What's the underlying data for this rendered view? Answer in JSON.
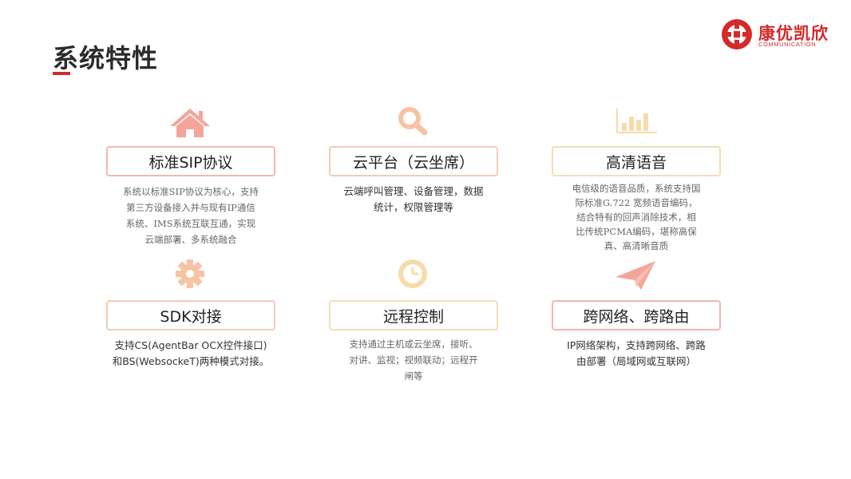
{
  "page": {
    "title": "系统特性",
    "accent_color": "#d42a2a"
  },
  "logo": {
    "name": "康优凯欣",
    "sub": "COMMUNICATION",
    "color": "#d42a2a"
  },
  "features": [
    {
      "icon": "home-icon",
      "icon_color": "#f4a59a",
      "label": "标准SIP协议",
      "border_color": "#f4b6ae",
      "desc_lines": [
        "系统以标准SIP协议为核心，支持",
        "第三方设备接入并与现有IP通信",
        "系统、IMS系统互联互通，实现",
        "云端部署、多系统融合"
      ]
    },
    {
      "icon": "search-icon",
      "icon_color": "#f7c3a5",
      "label": "云平台（云坐席）",
      "border_color": "#f7cbb2",
      "desc_lines": [
        "云端呼叫管理、设备管理，数据",
        "统计，权限管理等"
      ]
    },
    {
      "icon": "bar-chart-icon",
      "icon_color": "#f7dba8",
      "label": "高清语音",
      "border_color": "#f7dcb5",
      "desc_lines": [
        "电信级的语音品质，系统支持国",
        "际标准G.722 宽频语音编码，",
        "结合特有的回声消除技术，相",
        "比传统PCMA编码，堪称高保",
        "真、高清晰音质"
      ]
    },
    {
      "icon": "gear-icon",
      "icon_color": "#f7c3a5",
      "label": "SDK对接",
      "border_color": "#f7cbb2",
      "desc_lines": [
        "支持CS(AgentBar OCX控件接口)",
        "和BS(WebsockeT)两种模式对接。"
      ]
    },
    {
      "icon": "clock-icon",
      "icon_color": "#f7dba8",
      "label": "远程控制",
      "border_color": "#f7dcb5",
      "desc_lines": [
        "支持通过主机或云坐席，接听、",
        "对讲、监视；视频联动；远程开",
        "闸等"
      ]
    },
    {
      "icon": "paper-plane-icon",
      "icon_color": "#f4a59a",
      "label": "跨网络、跨路由",
      "border_color": "#f4b6ae",
      "desc_lines": [
        "IP网络架构，支持跨网络、跨路",
        "由部署（局域网或互联网）"
      ]
    }
  ]
}
